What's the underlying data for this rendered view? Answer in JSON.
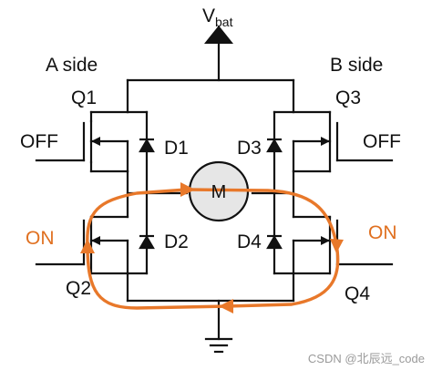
{
  "supply": {
    "symbol": "V",
    "subscript": "bat"
  },
  "sides": {
    "a": "A side",
    "b": "B side"
  },
  "transistors": {
    "q1": {
      "name": "Q1",
      "state": "OFF"
    },
    "q2": {
      "name": "Q2",
      "state": "ON"
    },
    "q3": {
      "name": "Q3",
      "state": "OFF"
    },
    "q4": {
      "name": "Q4",
      "state": "ON"
    }
  },
  "diodes": {
    "d1": "D1",
    "d2": "D2",
    "d3": "D3",
    "d4": "D4"
  },
  "motor": {
    "label": "M"
  },
  "colors": {
    "wire": "#111111",
    "current_path": "#e8782a",
    "on_label": "#e07020",
    "motor_fill": "#e6e6e6"
  },
  "watermark": "CSDN @北辰远_code"
}
